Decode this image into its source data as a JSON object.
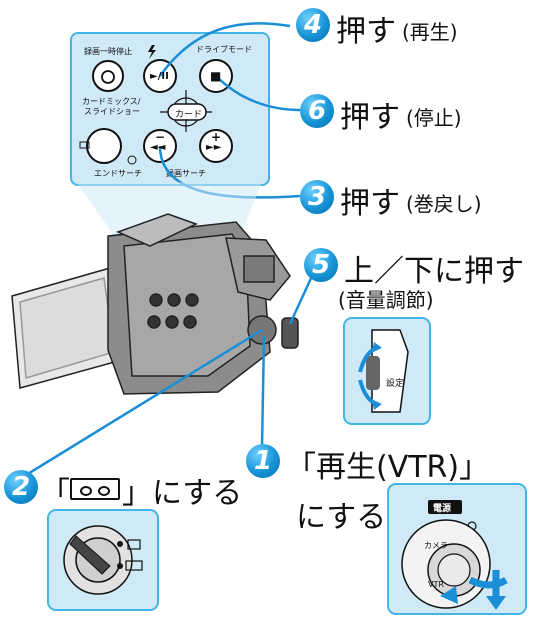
{
  "panel": {
    "label_rec_pause": "録画一時停止",
    "label_drive_mode": "ドライブモード",
    "label_card_mix": "カードミックス/",
    "label_slideshow": "スライドショー",
    "label_card": "カード",
    "label_end_search": "エンドサーチ",
    "label_rec_search": "録画サーチ",
    "btn_play_pause": "►/II",
    "btn_stop": "■",
    "btn_rewind": "◄◄",
    "btn_ff": "►►",
    "btn_minus": "−",
    "btn_plus": "+"
  },
  "steps": [
    {
      "num": "4",
      "text": "押す",
      "sub": "(再生)"
    },
    {
      "num": "6",
      "text": "押す",
      "sub": "(停止)"
    },
    {
      "num": "3",
      "text": "押す",
      "sub": "(巻戻し)"
    },
    {
      "num": "5",
      "text": "上／下に押す",
      "sub": "(音量調節)"
    },
    {
      "num": "2",
      "text_a": "「",
      "text_b": "」にする"
    },
    {
      "num": "1",
      "text": "「再生(VTR)」",
      "text2": "にする"
    }
  ],
  "dial": {
    "power_label": "電源",
    "camera_label": "カメラ",
    "vtr_label": "VTR",
    "setting_label": "設定"
  },
  "colors": {
    "accent_blue": "#1593d6",
    "panel_fill": "#cfe9f7",
    "panel_border": "#45b4e6",
    "arrow_blue": "#1a8fd8"
  }
}
